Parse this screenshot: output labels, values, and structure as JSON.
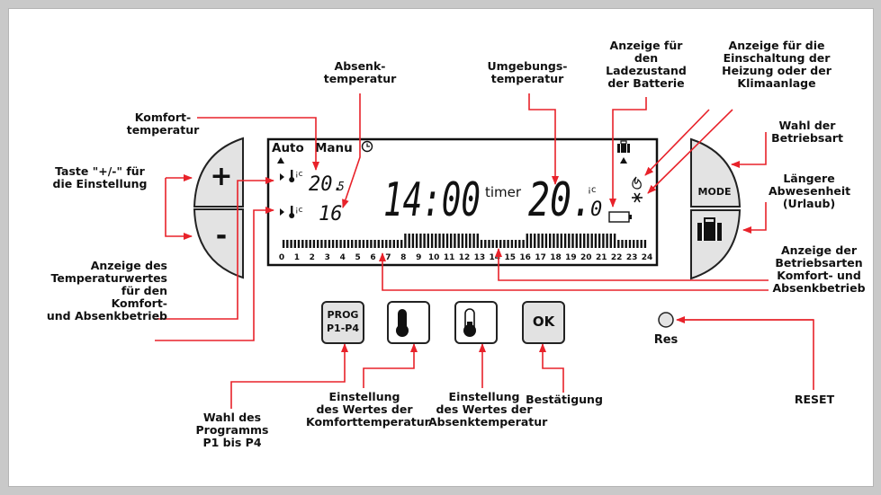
{
  "display": {
    "auto": "Auto",
    "manu": "Manu",
    "time": "14:00",
    "timer": "timer",
    "temp_int": "20.",
    "temp_dec": "0",
    "unit": "¡c",
    "comfort_value": "20.",
    "comfort_dec": "5",
    "setback_value": "16",
    "hours": [
      "0",
      "1",
      "2",
      "3",
      "4",
      "5",
      "6",
      "7",
      "8",
      "9",
      "10",
      "11",
      "12",
      "13",
      "14",
      "15",
      "16",
      "17",
      "18",
      "19",
      "20",
      "21",
      "22",
      "23",
      "24"
    ]
  },
  "buttons": {
    "plus": "+",
    "minus": "-",
    "mode": "MODE",
    "prog_line1": "PROG",
    "prog_line2": "P1-P4",
    "ok": "OK",
    "res": "Res"
  },
  "callouts": {
    "absenk": "Absenk-\ntemperatur",
    "umgebung": "Umgebungs-\ntemperatur",
    "batterie": "Anzeige für\nden Ladezustand\nder Batterie",
    "heizung": "Anzeige für die\nEinschaltung der\nHeizung oder der\nKlimaanlage",
    "komfort": "Komfort-\ntemperatur",
    "wahl_betriebsart": "Wahl der\nBetriebsart",
    "taste": "Taste \"+/-\" für\ndie Einstellung",
    "urlaub": "Längere\nAbwesenheit\n(Urlaub)",
    "betriebsarten": "Anzeige der\nBetriebsarten\nKomfort- und\nAbsenkbetrieb",
    "temperaturwert": "Anzeige des\nTemperaturwertes\nfür den\nKomfort-\nund Absenkbetrieb",
    "programm": "Wahl des\nProgramms\nP1 bis P4",
    "komfortwert": "Einstellung\ndes Wertes der\nKomforttemperatur",
    "absenkwert": "Einstellung\ndes Wertes der\nAbsenktemperatur",
    "bestaetigung": "Bestätigung",
    "reset": "RESET"
  }
}
